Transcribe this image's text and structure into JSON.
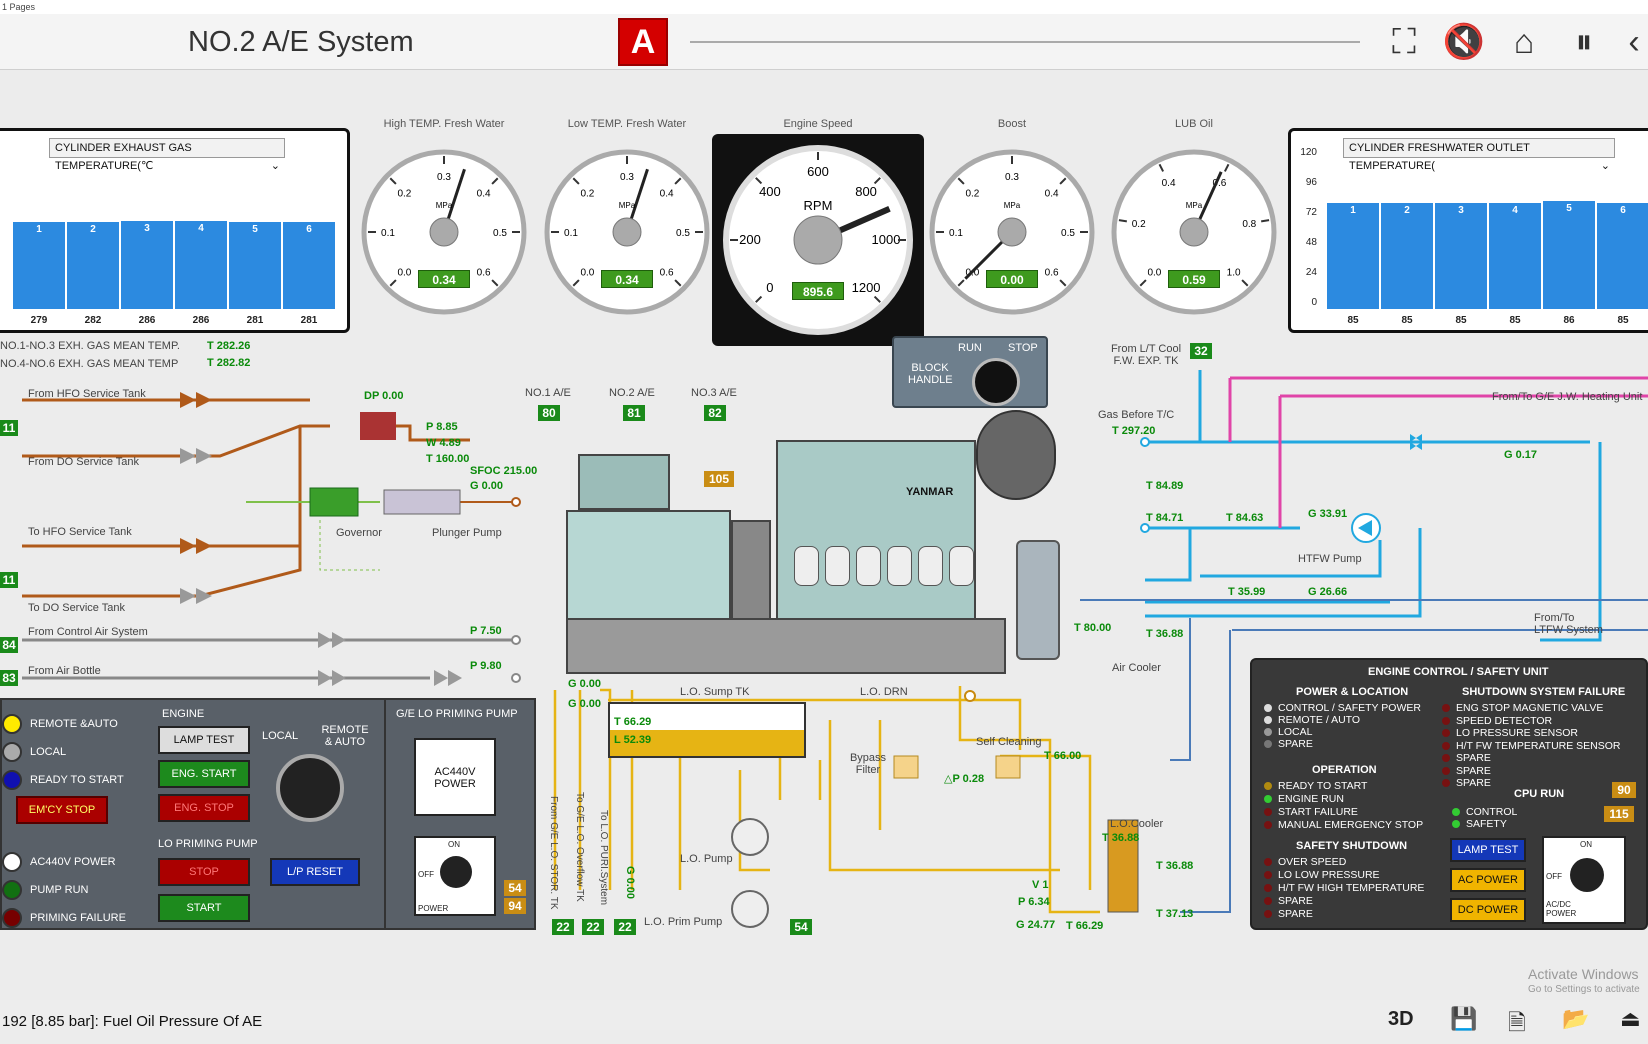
{
  "window": {
    "top_text": "1 Pages",
    "title": "NO.2 A/E System",
    "alarm_letter": "A"
  },
  "toolbar": {
    "icons": [
      "fit-screen-icon",
      "mute-icon",
      "home-icon",
      "pause-icon",
      "back-icon"
    ]
  },
  "exhaust_chart": {
    "selector": "CYLINDER EXHAUST GAS TEMPERATURE(℃",
    "bars": [
      "1",
      "2",
      "3",
      "4",
      "5",
      "6"
    ],
    "values": [
      "279",
      "282",
      "286",
      "286",
      "281",
      "281"
    ],
    "fill": [
      0.58,
      0.58,
      0.59,
      0.59,
      0.58,
      0.58
    ]
  },
  "freshwater_chart": {
    "selector": "CYLINDER FRESHWATER OUTLET TEMPERATURE(",
    "ticks": [
      "120",
      "96",
      "72",
      "48",
      "24",
      "0"
    ],
    "bars": [
      "1",
      "2",
      "3",
      "4",
      "5",
      "6"
    ],
    "values": [
      "85",
      "85",
      "85",
      "85",
      "86",
      "85"
    ],
    "fill": [
      0.71,
      0.71,
      0.71,
      0.71,
      0.72,
      0.71
    ]
  },
  "gauges": [
    {
      "title": "High TEMP. Fresh Water",
      "unit": "MPa",
      "ticks": [
        "0.0",
        "0.1",
        "0.2",
        "0.3",
        "0.4",
        "0.5",
        "0.6"
      ],
      "value": "0.34",
      "level": 0.567
    },
    {
      "title": "Low TEMP. Fresh Water",
      "unit": "MPa",
      "ticks": [
        "0.0",
        "0.1",
        "0.2",
        "0.3",
        "0.4",
        "0.5",
        "0.6"
      ],
      "value": "0.34",
      "level": 0.567
    },
    {
      "title": "Engine Speed",
      "unit": "RPM",
      "ticks": [
        "0",
        "200",
        "400",
        "600",
        "800",
        "1000",
        "1200"
      ],
      "value": "895.6",
      "level": 0.746
    },
    {
      "title": "Boost",
      "unit": "MPa",
      "ticks": [
        "0.0",
        "0.1",
        "0.2",
        "0.3",
        "0.4",
        "0.5",
        "0.6"
      ],
      "value": "0.00",
      "level": 0.0
    },
    {
      "title": "LUB Oil",
      "unit": "MPa",
      "ticks": [
        "0.0",
        "0.2",
        "0.4",
        "0.6",
        "0.8",
        "1.0"
      ],
      "value": "0.59",
      "level": 0.59
    }
  ],
  "exh_mean": {
    "l1": "NO.1-NO.3 EXH. GAS MEAN TEMP.",
    "v1": "T 282.26",
    "l2": "NO.4-NO.6 EXH. GAS MEAN TEMP",
    "v2": "T 282.82"
  },
  "fuel": {
    "hfo_tank": "From HFO Service Tank",
    "do_tank": "From DO Service Tank",
    "to_hfo": "To HFO Service Tank",
    "to_do": "To DO Service Tank",
    "ctrl_air": "From Control Air System",
    "air_bottle": "From Air Bottle",
    "dp": "DP 0.00",
    "p": "P 8.85",
    "w": "W 4.89",
    "t": "T 160.00",
    "sfoc": "SFOC 215.00",
    "g": "G 0.00",
    "governor": "Governor",
    "plunger": "Plunger Pump",
    "p_ctrl": "P 7.50",
    "p_bottle": "P 9.80",
    "n1": "11",
    "n2": "11",
    "n3": "84",
    "n4": "83"
  },
  "ae": {
    "no1": "NO.1 A/E",
    "no2": "NO.2 A/E",
    "no3": "NO.3 A/E",
    "v1": "80",
    "v2": "81",
    "v3": "82",
    "box": "105",
    "brand": "YANMAR",
    "block": "BLOCK HANDLE",
    "run": "RUN",
    "stop": "STOP"
  },
  "cooling": {
    "from_lt": "From L/T Cool F.W. EXP. TK",
    "v32": "32",
    "gas_tc": "Gas Before T/C",
    "t_gas": "T 297.20",
    "jw": "From/To G/E J.W. Heating Unit",
    "g017": "G 0.17",
    "t8489": "T 84.89",
    "t8471": "T 84.71",
    "t8463": "T 84.63",
    "g3391": "G 33.91",
    "htfw": "HTFW Pump",
    "t3599": "T 35.99",
    "g2666": "G 26.66",
    "ltfw": "From/To LTFW System",
    "t8000": "T 80.00",
    "t3688": "T 36.88",
    "aircooler": "Air Cooler"
  },
  "lo": {
    "g1": "G 0.00",
    "g2": "G 0.00",
    "sump": "L.O. Sump TK",
    "drn": "L.O. DRN",
    "t6629": "T 66.29",
    "l5239": "L 52.39",
    "bypass": "Bypass Filter",
    "selfclean": "Self Cleaning",
    "t6600": "T 66.00",
    "dp028": "△P 0.28",
    "lopump": "L.O. Pump",
    "prim": "L.O. Prim Pump",
    "v54": "54",
    "stor": "From G/E L.O. STOR. TK",
    "overflow": "To G/E L.O. Overflow TK",
    "puri": "To L.O. PURI.System",
    "g000v": "G 0.00",
    "b22a": "22",
    "b22b": "22",
    "b22c": "22",
    "locooler": "L.O.Cooler",
    "t3688a": "T 36.88",
    "t3688b": "T 36.88",
    "v1": "V 1",
    "p634": "P 6.34",
    "g2477": "G 24.77",
    "t6629b": "T 66.29",
    "t3713": "T 37.13"
  },
  "control": {
    "remote_auto": "REMOTE &AUTO",
    "local": "LOCAL",
    "ready": "READY TO START",
    "emcy": "EM'CY STOP",
    "engine": "ENGINE",
    "lamp_test": "LAMP TEST",
    "eng_start": "ENG. START",
    "eng_stop": "ENG. STOP",
    "local2": "LOCAL",
    "remote2": "REMOTE & AUTO",
    "ac440": "AC440V POWER",
    "pump_run": "PUMP RUN",
    "prim_fail": "PRIMING FAILURE",
    "lo_prim": "LO PRIMING PUMP",
    "stop": "STOP",
    "start": "START",
    "lp_reset": "L/P RESET",
    "ge_lo": "G/E LO PRIMING PUMP",
    "ac_power": "AC440V POWER",
    "on": "ON",
    "off": "OFF",
    "power": "POWER",
    "v54": "54",
    "v94": "94"
  },
  "ecu": {
    "title": "ENGINE CONTROL / SAFETY UNIT",
    "power_loc": "POWER & LOCATION",
    "pl": [
      "CONTROL / SAFETY POWER",
      "REMOTE / AUTO",
      "LOCAL",
      "SPARE"
    ],
    "operation": "OPERATION",
    "op": [
      "READY TO START",
      "ENGINE RUN",
      "START FAILURE",
      "MANUAL EMERGENCY STOP"
    ],
    "safety": "SAFETY SHUTDOWN",
    "ss": [
      "OVER SPEED",
      "LO LOW PRESSURE",
      "H/T FW HIGH TEMPERATURE",
      "SPARE",
      "SPARE"
    ],
    "shutdown_fail": "SHUTDOWN SYSTEM FAILURE",
    "sf": [
      "ENG STOP MAGNETIC VALVE",
      "SPEED DETECTOR",
      "LO PRESSURE SENSOR",
      "H/T FW TEMPERATURE SENSOR",
      "SPARE",
      "SPARE",
      "SPARE"
    ],
    "cpu": "CPU RUN",
    "cpu_items": [
      "CONTROL",
      "SAFETY"
    ],
    "v90": "90",
    "v115": "115",
    "lamp_test": "LAMP TEST",
    "ac_power": "AC POWER",
    "dc_power": "DC POWER",
    "on": "ON",
    "off": "OFF",
    "acdc": "AC/DC POWER"
  },
  "status": {
    "text": "192 [8.85 bar]: Fuel Oil Pressure Of AE"
  },
  "watermark": {
    "l1": "Activate Windows",
    "l2": "Go to Settings to activate"
  },
  "bottom_icons": {
    "b3d": "3D"
  }
}
